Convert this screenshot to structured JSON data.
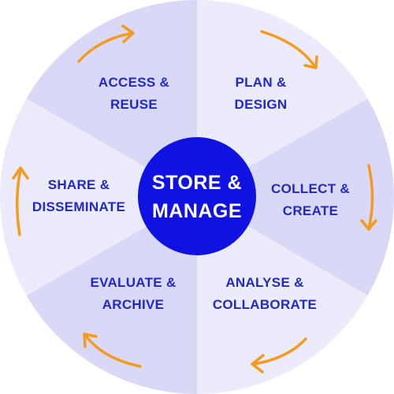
{
  "center": {
    "line1": "STORE &",
    "line2": "MANAGE"
  },
  "segments": [
    {
      "id": "access-reuse",
      "line1": "ACCESS &",
      "line2": "REUSE"
    },
    {
      "id": "plan-design",
      "line1": "PLAN &",
      "line2": "DESIGN"
    },
    {
      "id": "collect-create",
      "line1": "COLLECT &",
      "line2": "CREATE"
    },
    {
      "id": "analyse-collaborate",
      "line1": "ANALYSE &",
      "line2": "COLLABORATE"
    },
    {
      "id": "evaluate-archive",
      "line1": "EVALUATE &",
      "line2": "ARCHIVE"
    },
    {
      "id": "share-disseminate",
      "line1": "SHARE &",
      "line2": "DISSEMINATE"
    }
  ],
  "colors": {
    "segment_dark": "#d9d9f7",
    "segment_light": "#ebebfb",
    "center_fill": "#0f12e0",
    "label": "#2128c9",
    "arrow": "#f39b1f"
  }
}
